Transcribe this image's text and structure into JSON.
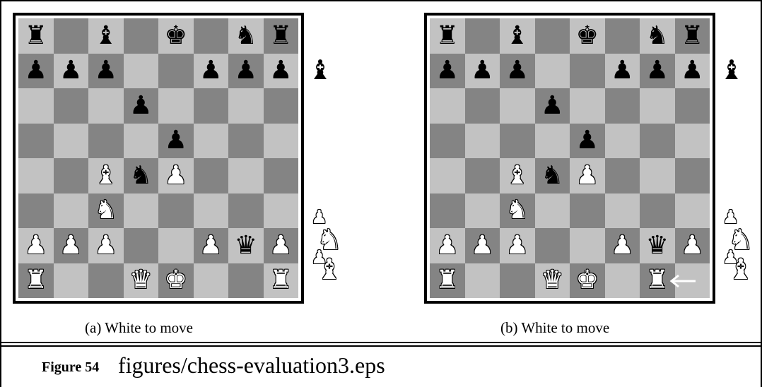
{
  "captions": {
    "a": "(a)  White to move",
    "b": "(b)  White to move"
  },
  "figure": {
    "label": "Figure 54",
    "text": "figures/chess-evaluation3.eps"
  },
  "colors": {
    "light_square": "#c2c2c2",
    "dark_square": "#848484",
    "border": "#000000"
  },
  "boards": [
    {
      "id": "a",
      "rows": [
        [
          "r",
          "",
          "b",
          "",
          "k",
          "",
          "n",
          "r"
        ],
        [
          "p",
          "p",
          "p",
          "",
          "",
          "p",
          "p",
          "p"
        ],
        [
          "",
          "",
          "",
          "p",
          "",
          "",
          "",
          ""
        ],
        [
          "",
          "",
          "",
          "",
          "p",
          "",
          "",
          ""
        ],
        [
          "",
          "",
          "B",
          "n",
          "P",
          "",
          "",
          ""
        ],
        [
          "",
          "",
          "N",
          "",
          "",
          "",
          "",
          ""
        ],
        [
          "P",
          "P",
          "P",
          "",
          "",
          "P",
          "q",
          "P"
        ],
        [
          "R",
          "",
          "",
          "Q",
          "K",
          "",
          "",
          "R"
        ]
      ],
      "captured_black": [
        "b"
      ],
      "captured_white": [
        "P",
        "N",
        "P",
        "B"
      ],
      "arrow": null
    },
    {
      "id": "b",
      "rows": [
        [
          "r",
          "",
          "b",
          "",
          "k",
          "",
          "n",
          "r"
        ],
        [
          "p",
          "p",
          "p",
          "",
          "",
          "p",
          "p",
          "p"
        ],
        [
          "",
          "",
          "",
          "p",
          "",
          "",
          "",
          ""
        ],
        [
          "",
          "",
          "",
          "",
          "p",
          "",
          "",
          ""
        ],
        [
          "",
          "",
          "B",
          "n",
          "P",
          "",
          "",
          ""
        ],
        [
          "",
          "",
          "N",
          "",
          "",
          "",
          "",
          ""
        ],
        [
          "P",
          "P",
          "P",
          "",
          "",
          "P",
          "q",
          "P"
        ],
        [
          "R",
          "",
          "",
          "Q",
          "K",
          "",
          "R",
          ""
        ]
      ],
      "captured_black": [
        "b"
      ],
      "captured_white": [
        "P",
        "N",
        "P",
        "B"
      ],
      "arrow": {
        "square": "g1",
        "direction": "left",
        "icon": "left-arrow-icon"
      }
    }
  ]
}
